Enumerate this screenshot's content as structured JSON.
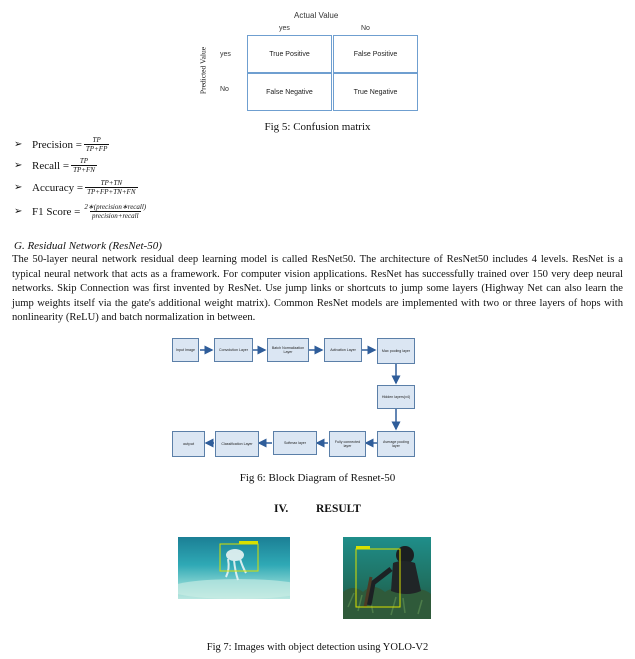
{
  "confusion_matrix": {
    "title": "Actual Value",
    "col_headers": [
      "yes",
      "No"
    ],
    "row_axis_label": "Predicted Value",
    "row_headers": [
      "yes",
      "No"
    ],
    "cells": [
      [
        "True Positive",
        "False Positive"
      ],
      [
        "False Negative",
        "True Negative"
      ]
    ],
    "caption": "Fig 5: Confusion matrix"
  },
  "formulas": [
    {
      "label": "Precision =",
      "num": "TP",
      "den": "TP+FP"
    },
    {
      "label": "Recall =",
      "num": "TP",
      "den": "TP+FN"
    },
    {
      "label": "Accuracy =",
      "num": "TP+TN",
      "den": "TP+FP+TN+FN"
    },
    {
      "label": "F1 Score =",
      "num": "2∗(precision∗recall)",
      "den": "precision+recall"
    }
  ],
  "section_g": {
    "heading": "G.   Residual Network (ResNet-50)",
    "paragraph": "The 50-layer neural network residual deep learning model is called ResNet50. The architecture of ResNet50 includes 4 levels. ResNet is a typical neural network that acts as a framework. For computer vision applications. ResNet has successfully trained over 150 very deep neural networks. Skip Connection was first invented by ResNet. Use jump links or shortcuts to jump some layers (Highway Net can also learn the jump weights itself via the gate's additional weight matrix). Common ResNet models are implemented with two or three layers of hops with nonlinearity (ReLU) and batch normalization in between."
  },
  "block_diagram": {
    "blocks": {
      "input": "Input Image",
      "conv": "Convolution Layer",
      "bn": "Batch Normalization Layer",
      "act": "Activation Layer",
      "maxpool": "Max pooling layer",
      "hidden": "Hidden layers(x4)",
      "avgpool": "Average pooling layer",
      "fc": "Fully connected layer",
      "softmax": "Softmax layer",
      "classifier": "Classification Layer",
      "output": "output"
    },
    "caption": "Fig 6: Block Diagram of Resnet-50"
  },
  "section_result": {
    "number": "IV.",
    "title": "RESULT"
  },
  "images": {
    "left": "underwater-jellyfish-detection",
    "right": "diver-detection",
    "caption": "Fig 7: Images with object detection using YOLO-V2"
  },
  "colors": {
    "matrix_border": "#6f9fd0",
    "block_fill": "#dbe6f3",
    "block_border": "#5b7fa8",
    "arrow": "#2f5d9a",
    "detection_box": "#d8e000"
  }
}
